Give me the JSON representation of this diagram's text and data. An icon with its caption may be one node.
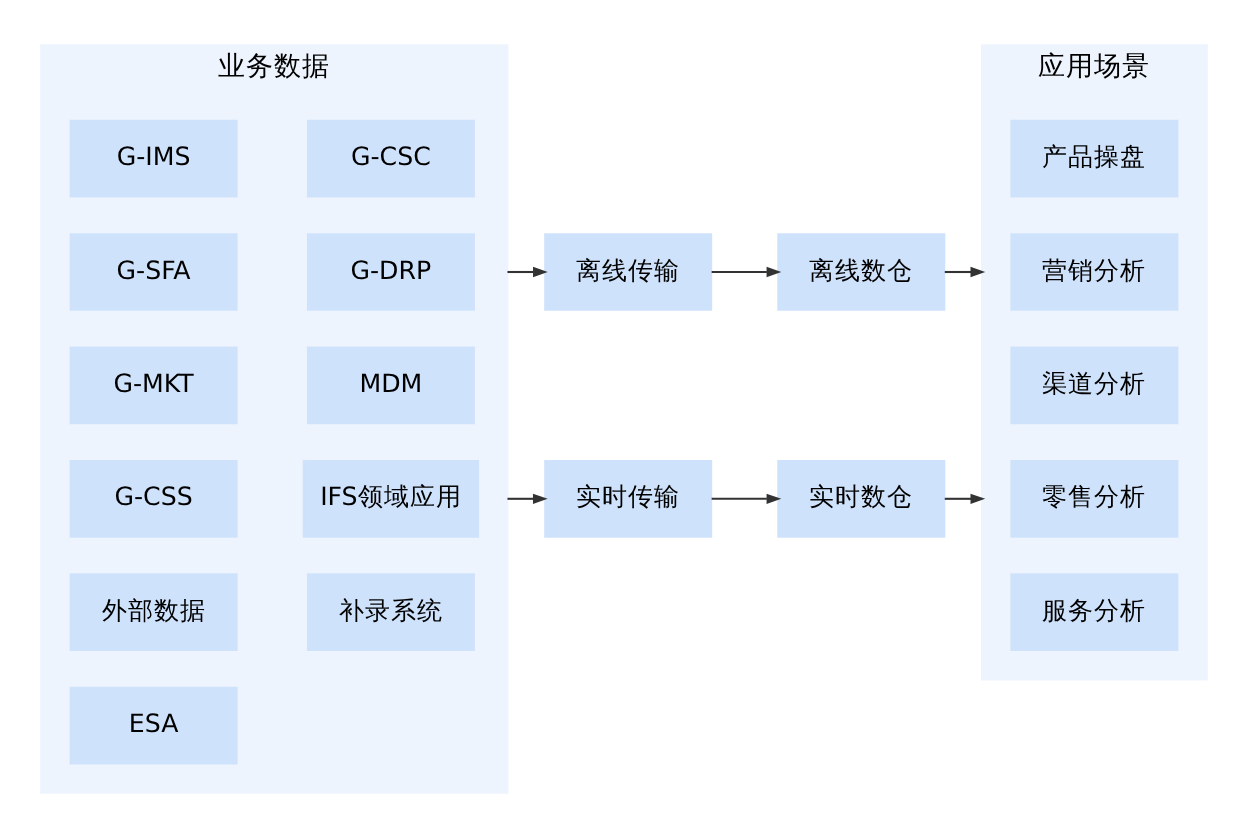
{
  "diagram": {
    "nodes": [
      {
        "text": [
          "业务数据"
        ]
      },
      {
        "text": [
          "G-IMS"
        ],
        "in": 0
      },
      {
        "text": [
          "G-CSC"
        ],
        "in": 0
      },
      {
        "text": [
          "G-SFA"
        ],
        "in": 0
      },
      {
        "text": [
          "G-DRP"
        ],
        "in": 0
      },
      {
        "text": [
          "G-MKT"
        ],
        "in": 0
      },
      {
        "text": [
          "MDM"
        ],
        "in": 0
      },
      {
        "text": [
          "G-CSS"
        ],
        "in": 0
      },
      {
        "text": [
          "IFS领域应用"
        ],
        "in": 0
      },
      {
        "text": [
          "外部数据"
        ],
        "in": 0
      },
      {
        "text": [
          "补录系统"
        ],
        "in": 0
      },
      {
        "text": [
          "ESA"
        ],
        "in": 0
      },
      {
        "text": [
          "离线传输"
        ]
      },
      {
        "text": [
          "离线数仓"
        ]
      },
      {
        "text": [
          "实时传输"
        ]
      },
      {
        "text": [
          "实时数仓"
        ]
      },
      {
        "text": [
          "应用场景"
        ]
      },
      {
        "text": [
          "产品操盘"
        ],
        "in": 16
      },
      {
        "text": [
          "营销分析"
        ],
        "in": 16
      },
      {
        "text": [
          "渠道分析"
        ],
        "in": 16
      },
      {
        "text": [
          "零售分析"
        ],
        "in": 16
      },
      {
        "text": [
          "服务分析"
        ],
        "in": 16
      }
    ],
    "edges": [
      {
        "from": 0,
        "to": 12,
        "arrow": "to"
      },
      {
        "from": 12,
        "to": 13,
        "arrow": "to"
      },
      {
        "from": 13,
        "to": 16,
        "arrow": "to"
      },
      {
        "from": 0,
        "to": 14,
        "arrow": "to"
      },
      {
        "from": 14,
        "to": 15,
        "arrow": "to"
      },
      {
        "from": 15,
        "to": 16,
        "arrow": "to"
      }
    ]
  }
}
